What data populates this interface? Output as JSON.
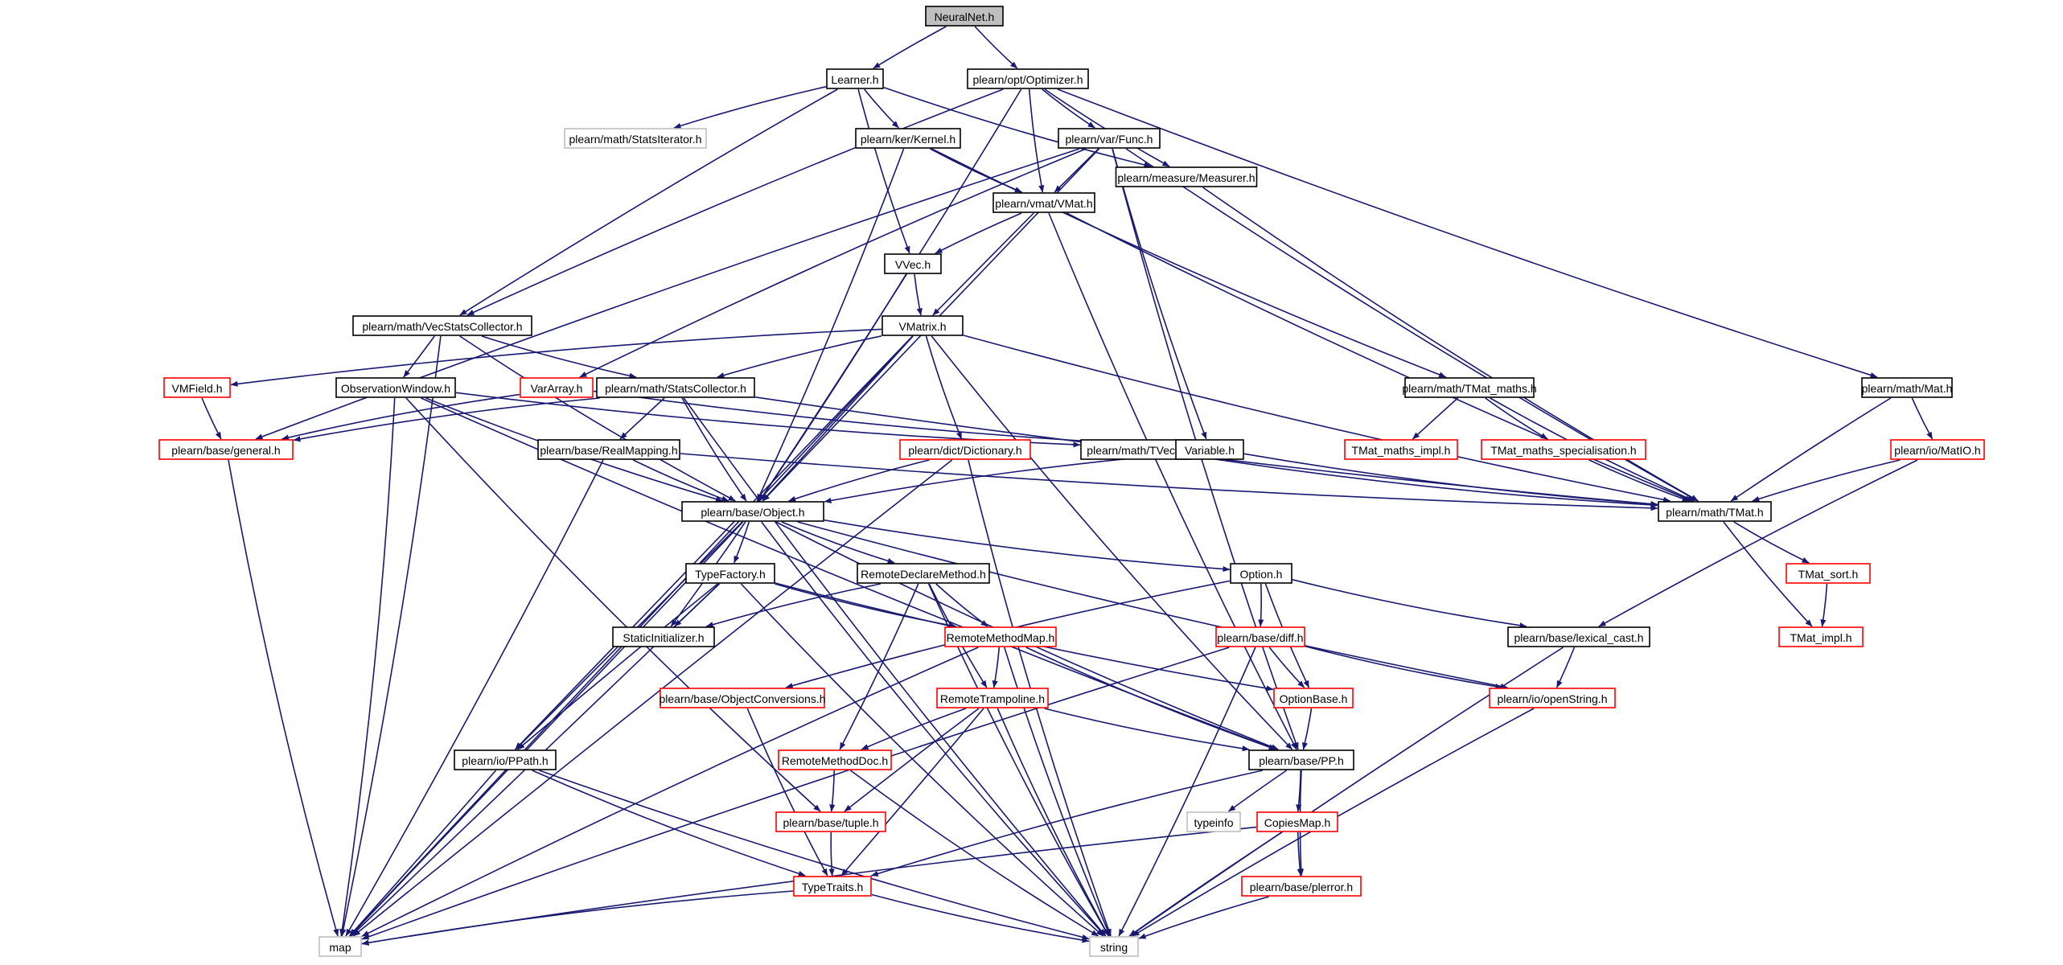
{
  "colors": {
    "edge": "#191970",
    "normal_border": "#000000",
    "incomplete_border": "#ff0000",
    "external_border": "#bfbfbf",
    "root_fill": "#bfbfbf",
    "fill": "#ffffff"
  },
  "nodes": [
    {
      "id": "neuralnet",
      "label": "NeuralNet.h",
      "kind": "root"
    },
    {
      "id": "learner",
      "label": "Learner.h",
      "kind": "normal"
    },
    {
      "id": "optimizer",
      "label": "plearn/opt/Optimizer.h",
      "kind": "normal"
    },
    {
      "id": "statsiterator",
      "label": "plearn/math/StatsIterator.h",
      "kind": "external"
    },
    {
      "id": "kernel",
      "label": "plearn/ker/Kernel.h",
      "kind": "normal"
    },
    {
      "id": "func",
      "label": "plearn/var/Func.h",
      "kind": "normal"
    },
    {
      "id": "measurer",
      "label": "plearn/measure/Measurer.h",
      "kind": "normal"
    },
    {
      "id": "vmat",
      "label": "plearn/vmat/VMat.h",
      "kind": "normal"
    },
    {
      "id": "vvec",
      "label": "VVec.h",
      "kind": "normal"
    },
    {
      "id": "vecstats",
      "label": "plearn/math/VecStatsCollector.h",
      "kind": "normal"
    },
    {
      "id": "vmatrix",
      "label": "VMatrix.h",
      "kind": "normal"
    },
    {
      "id": "vmfield",
      "label": "VMField.h",
      "kind": "incomplete"
    },
    {
      "id": "obswin",
      "label": "ObservationWindow.h",
      "kind": "normal"
    },
    {
      "id": "vararray",
      "label": "VarArray.h",
      "kind": "incomplete"
    },
    {
      "id": "statscollector",
      "label": "plearn/math/StatsCollector.h",
      "kind": "normal"
    },
    {
      "id": "tmatmaths",
      "label": "plearn/math/TMat_maths.h",
      "kind": "normal"
    },
    {
      "id": "mat",
      "label": "plearn/math/Mat.h",
      "kind": "normal"
    },
    {
      "id": "general",
      "label": "plearn/base/general.h",
      "kind": "incomplete"
    },
    {
      "id": "realmapping",
      "label": "plearn/base/RealMapping.h",
      "kind": "normal"
    },
    {
      "id": "dictionary",
      "label": "plearn/dict/Dictionary.h",
      "kind": "incomplete"
    },
    {
      "id": "tvec",
      "label": "plearn/math/TVec.h",
      "kind": "normal"
    },
    {
      "id": "variable",
      "label": "Variable.h",
      "kind": "normal"
    },
    {
      "id": "tmatmathsimpl",
      "label": "TMat_maths_impl.h",
      "kind": "incomplete"
    },
    {
      "id": "tmatmathsspec",
      "label": "TMat_maths_specialisation.h",
      "kind": "incomplete"
    },
    {
      "id": "matio",
      "label": "plearn/io/MatIO.h",
      "kind": "incomplete"
    },
    {
      "id": "object",
      "label": "plearn/base/Object.h",
      "kind": "normal"
    },
    {
      "id": "tmat",
      "label": "plearn/math/TMat.h",
      "kind": "normal"
    },
    {
      "id": "typefactory",
      "label": "TypeFactory.h",
      "kind": "normal"
    },
    {
      "id": "remotedeclare",
      "label": "RemoteDeclareMethod.h",
      "kind": "normal"
    },
    {
      "id": "option",
      "label": "Option.h",
      "kind": "normal"
    },
    {
      "id": "tmatsort",
      "label": "TMat_sort.h",
      "kind": "incomplete"
    },
    {
      "id": "staticinit",
      "label": "StaticInitializer.h",
      "kind": "normal"
    },
    {
      "id": "remotemethodmap",
      "label": "RemoteMethodMap.h",
      "kind": "incomplete"
    },
    {
      "id": "diff",
      "label": "plearn/base/diff.h",
      "kind": "incomplete"
    },
    {
      "id": "lexicalcast",
      "label": "plearn/base/lexical_cast.h",
      "kind": "normal"
    },
    {
      "id": "tmatimpl",
      "label": "TMat_impl.h",
      "kind": "incomplete"
    },
    {
      "id": "objconv",
      "label": "plearn/base/ObjectConversions.h",
      "kind": "incomplete"
    },
    {
      "id": "remotetrampoline",
      "label": "RemoteTrampoline.h",
      "kind": "incomplete"
    },
    {
      "id": "optionbase",
      "label": "OptionBase.h",
      "kind": "incomplete"
    },
    {
      "id": "openstring",
      "label": "plearn/io/openString.h",
      "kind": "incomplete"
    },
    {
      "id": "remotemethoddoc",
      "label": "RemoteMethodDoc.h",
      "kind": "incomplete"
    },
    {
      "id": "ppath",
      "label": "plearn/io/PPath.h",
      "kind": "normal"
    },
    {
      "id": "pp",
      "label": "plearn/base/PP.h",
      "kind": "normal"
    },
    {
      "id": "tuple",
      "label": "plearn/base/tuple.h",
      "kind": "incomplete"
    },
    {
      "id": "typeinfo",
      "label": "typeinfo",
      "kind": "external"
    },
    {
      "id": "copiesmap",
      "label": "CopiesMap.h",
      "kind": "incomplete"
    },
    {
      "id": "typetraits",
      "label": "TypeTraits.h",
      "kind": "incomplete"
    },
    {
      "id": "plerror",
      "label": "plearn/base/plerror.h",
      "kind": "incomplete"
    },
    {
      "id": "map",
      "label": "map",
      "kind": "external"
    },
    {
      "id": "string",
      "label": "string",
      "kind": "external"
    }
  ],
  "edges": [
    [
      "neuralnet",
      "learner"
    ],
    [
      "neuralnet",
      "optimizer"
    ],
    [
      "learner",
      "statsiterator"
    ],
    [
      "learner",
      "kernel"
    ],
    [
      "learner",
      "vvec"
    ],
    [
      "learner",
      "vecstats"
    ],
    [
      "learner",
      "measurer"
    ],
    [
      "optimizer",
      "measurer"
    ],
    [
      "optimizer",
      "func"
    ],
    [
      "optimizer",
      "vmat"
    ],
    [
      "optimizer",
      "mat"
    ],
    [
      "optimizer",
      "vecstats"
    ],
    [
      "optimizer",
      "object"
    ],
    [
      "kernel",
      "vmat"
    ],
    [
      "kernel",
      "object"
    ],
    [
      "kernel",
      "tmatmaths"
    ],
    [
      "func",
      "vmat"
    ],
    [
      "func",
      "vararray"
    ],
    [
      "func",
      "variable"
    ],
    [
      "func",
      "tmat"
    ],
    [
      "func",
      "object"
    ],
    [
      "func",
      "general"
    ],
    [
      "func",
      "pp"
    ],
    [
      "measurer",
      "tmat"
    ],
    [
      "vmat",
      "vvec"
    ],
    [
      "vmat",
      "vmatrix"
    ],
    [
      "vmat",
      "tmat"
    ],
    [
      "vmat",
      "pp"
    ],
    [
      "vvec",
      "vmatrix"
    ],
    [
      "vvec",
      "object"
    ],
    [
      "vecstats",
      "obswin"
    ],
    [
      "vecstats",
      "statscollector"
    ],
    [
      "vecstats",
      "object"
    ],
    [
      "vecstats",
      "map"
    ],
    [
      "vmatrix",
      "vmfield"
    ],
    [
      "vmatrix",
      "statscollector"
    ],
    [
      "vmatrix",
      "dictionary"
    ],
    [
      "vmatrix",
      "object"
    ],
    [
      "vmatrix",
      "tmat"
    ],
    [
      "vmatrix",
      "ppath"
    ],
    [
      "vmatrix",
      "pp"
    ],
    [
      "vmatrix",
      "map"
    ],
    [
      "vmfield",
      "general"
    ],
    [
      "obswin",
      "object"
    ],
    [
      "obswin",
      "tvec"
    ],
    [
      "obswin",
      "tuple"
    ],
    [
      "obswin",
      "pp"
    ],
    [
      "obswin",
      "map"
    ],
    [
      "vararray",
      "general"
    ],
    [
      "vararray",
      "variable"
    ],
    [
      "statscollector",
      "realmapping"
    ],
    [
      "statscollector",
      "object"
    ],
    [
      "statscollector",
      "general"
    ],
    [
      "statscollector",
      "tmat"
    ],
    [
      "statscollector",
      "string"
    ],
    [
      "tmatmaths",
      "tmatmathsimpl"
    ],
    [
      "tmatmaths",
      "tmatmathsspec"
    ],
    [
      "tmatmaths",
      "tmat"
    ],
    [
      "mat",
      "matio"
    ],
    [
      "mat",
      "tmat"
    ],
    [
      "general",
      "map"
    ],
    [
      "realmapping",
      "object"
    ],
    [
      "realmapping",
      "tmat"
    ],
    [
      "realmapping",
      "map"
    ],
    [
      "dictionary",
      "object"
    ],
    [
      "dictionary",
      "string"
    ],
    [
      "dictionary",
      "map"
    ],
    [
      "tvec",
      "tmat"
    ],
    [
      "variable",
      "object"
    ],
    [
      "variable",
      "tmat"
    ],
    [
      "tmatmathsspec",
      "tmat"
    ],
    [
      "matio",
      "tmat"
    ],
    [
      "matio",
      "lexicalcast"
    ],
    [
      "object",
      "typefactory"
    ],
    [
      "object",
      "remotedeclare"
    ],
    [
      "object",
      "option"
    ],
    [
      "object",
      "staticinit"
    ],
    [
      "object",
      "ppath"
    ],
    [
      "object",
      "openstring"
    ],
    [
      "object",
      "pp"
    ],
    [
      "object",
      "map"
    ],
    [
      "object",
      "string"
    ],
    [
      "tmat",
      "tmatsort"
    ],
    [
      "tmat",
      "tmatimpl"
    ],
    [
      "tmatsort",
      "tmatimpl"
    ],
    [
      "typefactory",
      "staticinit"
    ],
    [
      "typefactory",
      "remotemethodmap"
    ],
    [
      "typefactory",
      "optionbase"
    ],
    [
      "typefactory",
      "ppath"
    ],
    [
      "typefactory",
      "map"
    ],
    [
      "typefactory",
      "string"
    ],
    [
      "remotedeclare",
      "remotemethodmap"
    ],
    [
      "remotedeclare",
      "remotetrampoline"
    ],
    [
      "remotedeclare",
      "remotemethoddoc"
    ],
    [
      "remotedeclare",
      "staticinit"
    ],
    [
      "remotedeclare",
      "string"
    ],
    [
      "option",
      "diff"
    ],
    [
      "option",
      "optionbase"
    ],
    [
      "option",
      "lexicalcast"
    ],
    [
      "option",
      "objconv"
    ],
    [
      "remotemethodmap",
      "remotetrampoline"
    ],
    [
      "remotemethodmap",
      "pp"
    ],
    [
      "remotemethodmap",
      "map"
    ],
    [
      "remotemethodmap",
      "string"
    ],
    [
      "diff",
      "optionbase"
    ],
    [
      "diff",
      "openstring"
    ],
    [
      "diff",
      "map"
    ],
    [
      "diff",
      "string"
    ],
    [
      "lexicalcast",
      "openstring"
    ],
    [
      "lexicalcast",
      "string"
    ],
    [
      "objconv",
      "typetraits"
    ],
    [
      "remotetrampoline",
      "remotemethoddoc"
    ],
    [
      "remotetrampoline",
      "pp"
    ],
    [
      "remotetrampoline",
      "tuple"
    ],
    [
      "remotetrampoline",
      "typetraits"
    ],
    [
      "remotetrampoline",
      "string"
    ],
    [
      "optionbase",
      "pp"
    ],
    [
      "openstring",
      "string"
    ],
    [
      "remotemethoddoc",
      "tuple"
    ],
    [
      "remotemethoddoc",
      "string"
    ],
    [
      "ppath",
      "typetraits"
    ],
    [
      "ppath",
      "map"
    ],
    [
      "ppath",
      "string"
    ],
    [
      "pp",
      "typeinfo"
    ],
    [
      "pp",
      "copiesmap"
    ],
    [
      "pp",
      "plerror"
    ],
    [
      "pp",
      "typetraits"
    ],
    [
      "tuple",
      "typetraits"
    ],
    [
      "copiesmap",
      "plerror"
    ],
    [
      "copiesmap",
      "map"
    ],
    [
      "copiesmap",
      "string"
    ],
    [
      "typetraits",
      "map"
    ],
    [
      "typetraits",
      "string"
    ],
    [
      "plerror",
      "string"
    ]
  ]
}
